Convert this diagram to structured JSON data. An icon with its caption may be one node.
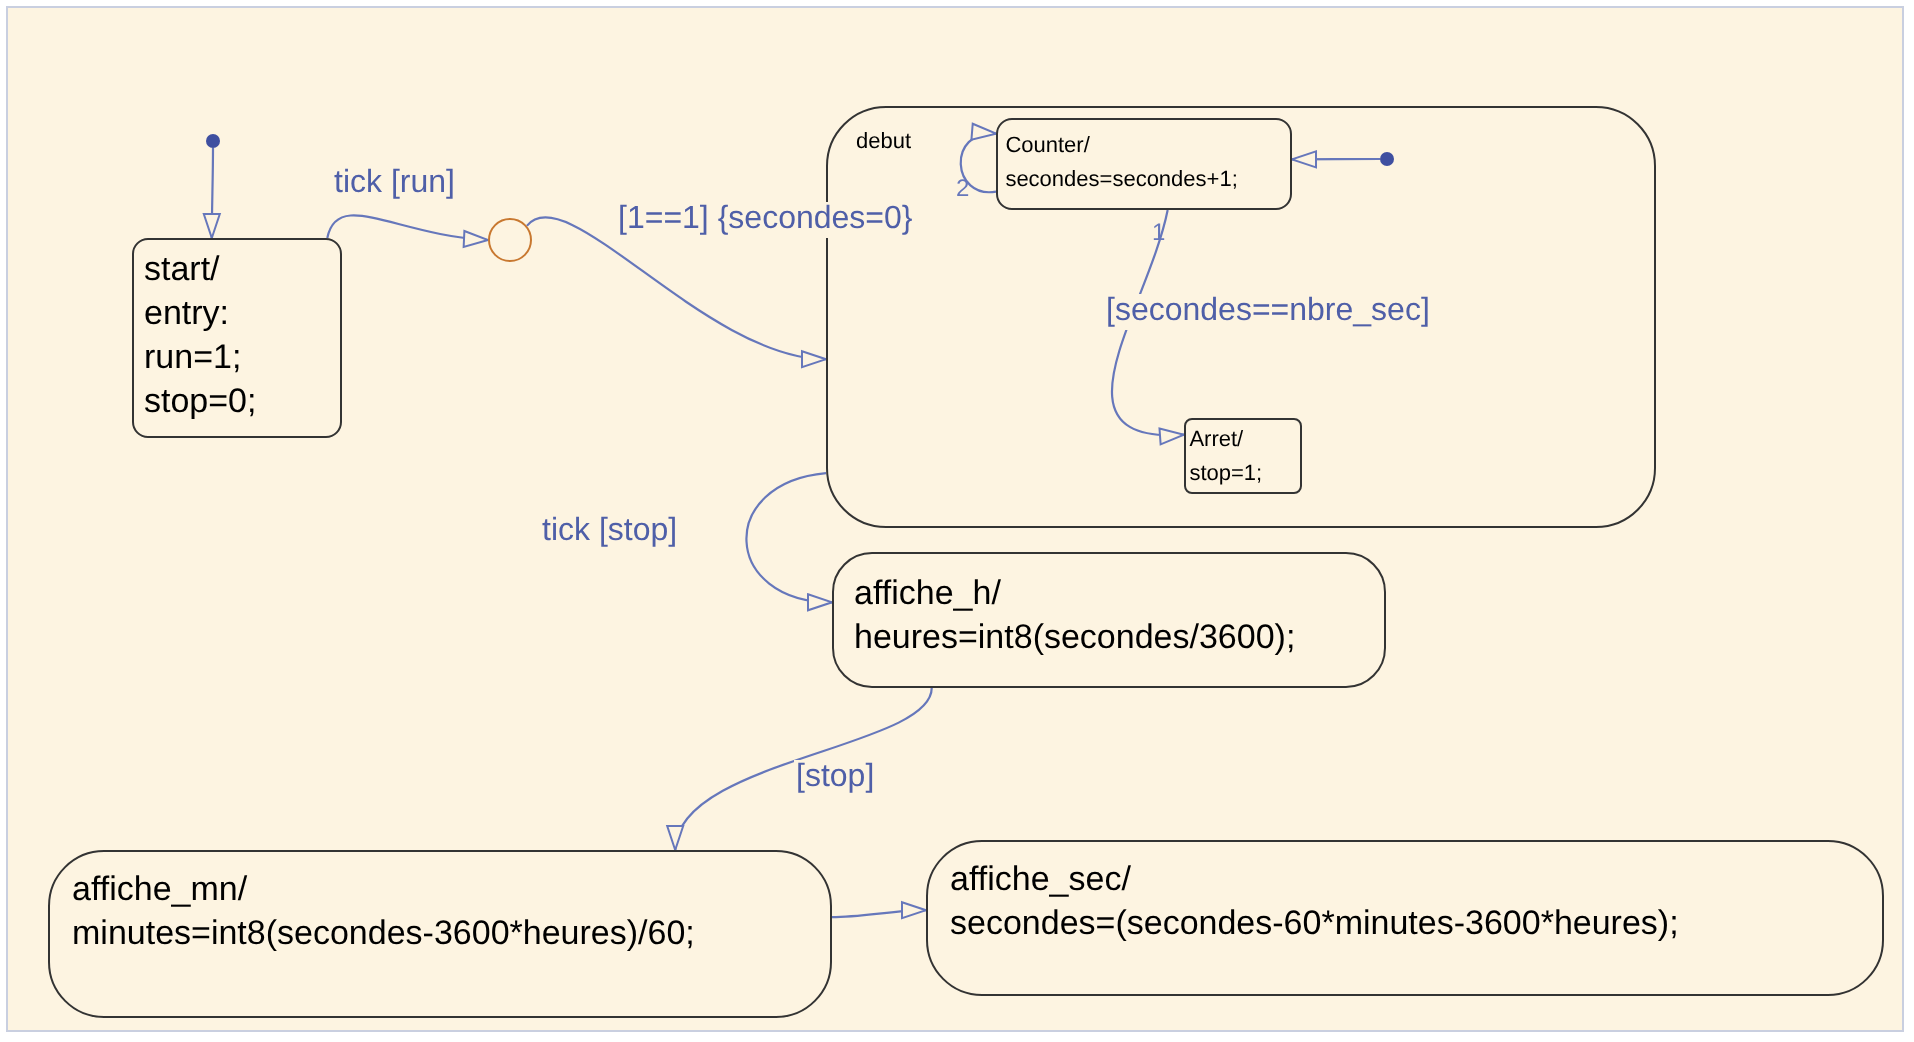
{
  "diagram": {
    "nodes": [
      {
        "text": [],
        "shape": "circle"
      },
      {
        "text": [
          "start/ entry: run=1; stop=0;"
        ]
      },
      {
        "text": [],
        "shape": "circle"
      },
      {
        "text": [
          "debut"
        ]
      },
      {
        "text": [
          "Counter/ secondes=secondes+1;"
        ],
        "in": 3
      },
      {
        "text": [],
        "shape": "circle",
        "in": 3
      },
      {
        "text": [
          "Arret/ stop=1;"
        ],
        "in": 3
      },
      {
        "text": [
          "affiche_h/ heures=int8(secondes/3600);"
        ]
      },
      {
        "text": [
          "affiche_mn/ minutes=int8(secondes-3600*heures)/60;"
        ]
      },
      {
        "text": [
          "affiche_sec/ secondes=(secondes-60*minutes-3600*heures);"
        ]
      }
    ],
    "edges": [
      {
        "from": 0,
        "to": 1,
        "arrow": "to"
      },
      {
        "from": 1,
        "to": 2,
        "arrow": "to",
        "label": "tick [run]"
      },
      {
        "from": 2,
        "to": 3,
        "arrow": "to",
        "label": "[1==1] {secondes=0}"
      },
      {
        "from": 4,
        "to": 4,
        "arrow": "to"
      },
      {
        "from": 4,
        "to": 6,
        "arrow": "to",
        "label": "[secondes==nbre_sec]"
      },
      {
        "from": 5,
        "to": 4,
        "arrow": "to"
      },
      {
        "from": 3,
        "to": 7,
        "arrow": "to",
        "label": "tick [stop]"
      },
      {
        "from": 7,
        "to": 8,
        "arrow": "to",
        "label": "[stop]"
      },
      {
        "from": 8,
        "to": 9,
        "arrow": "to"
      }
    ],
    "labels": [
      "2",
      "1"
    ]
  }
}
